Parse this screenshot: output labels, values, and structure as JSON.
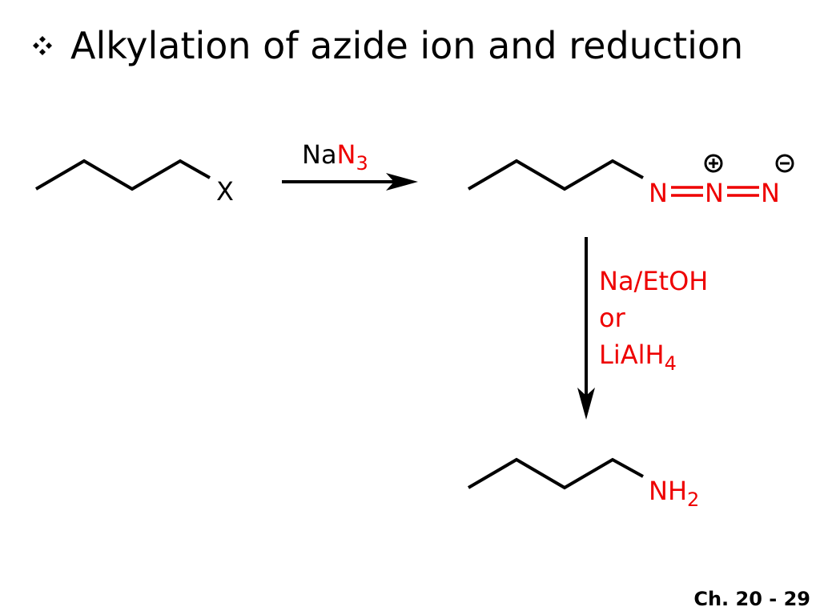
{
  "title": "Alkylation of azide ion and reduction",
  "footer": "Ch. 20 - 29",
  "reagent1": {
    "prefix": "Na",
    "main": "N",
    "sub": "3"
  },
  "substrate": {
    "leaving_group": "X"
  },
  "azide": {
    "atom1": "N",
    "atom2": "N",
    "atom3": "N",
    "charge_plus": "+",
    "charge_minus": "−"
  },
  "reagent2": {
    "line1": "Na/EtOH",
    "line2": "or",
    "line3_main": "LiAlH",
    "line3_sub": "4"
  },
  "product": {
    "group_main": "NH",
    "group_sub": "2"
  },
  "colors": {
    "accent": "#ee0000",
    "text": "#000000"
  }
}
